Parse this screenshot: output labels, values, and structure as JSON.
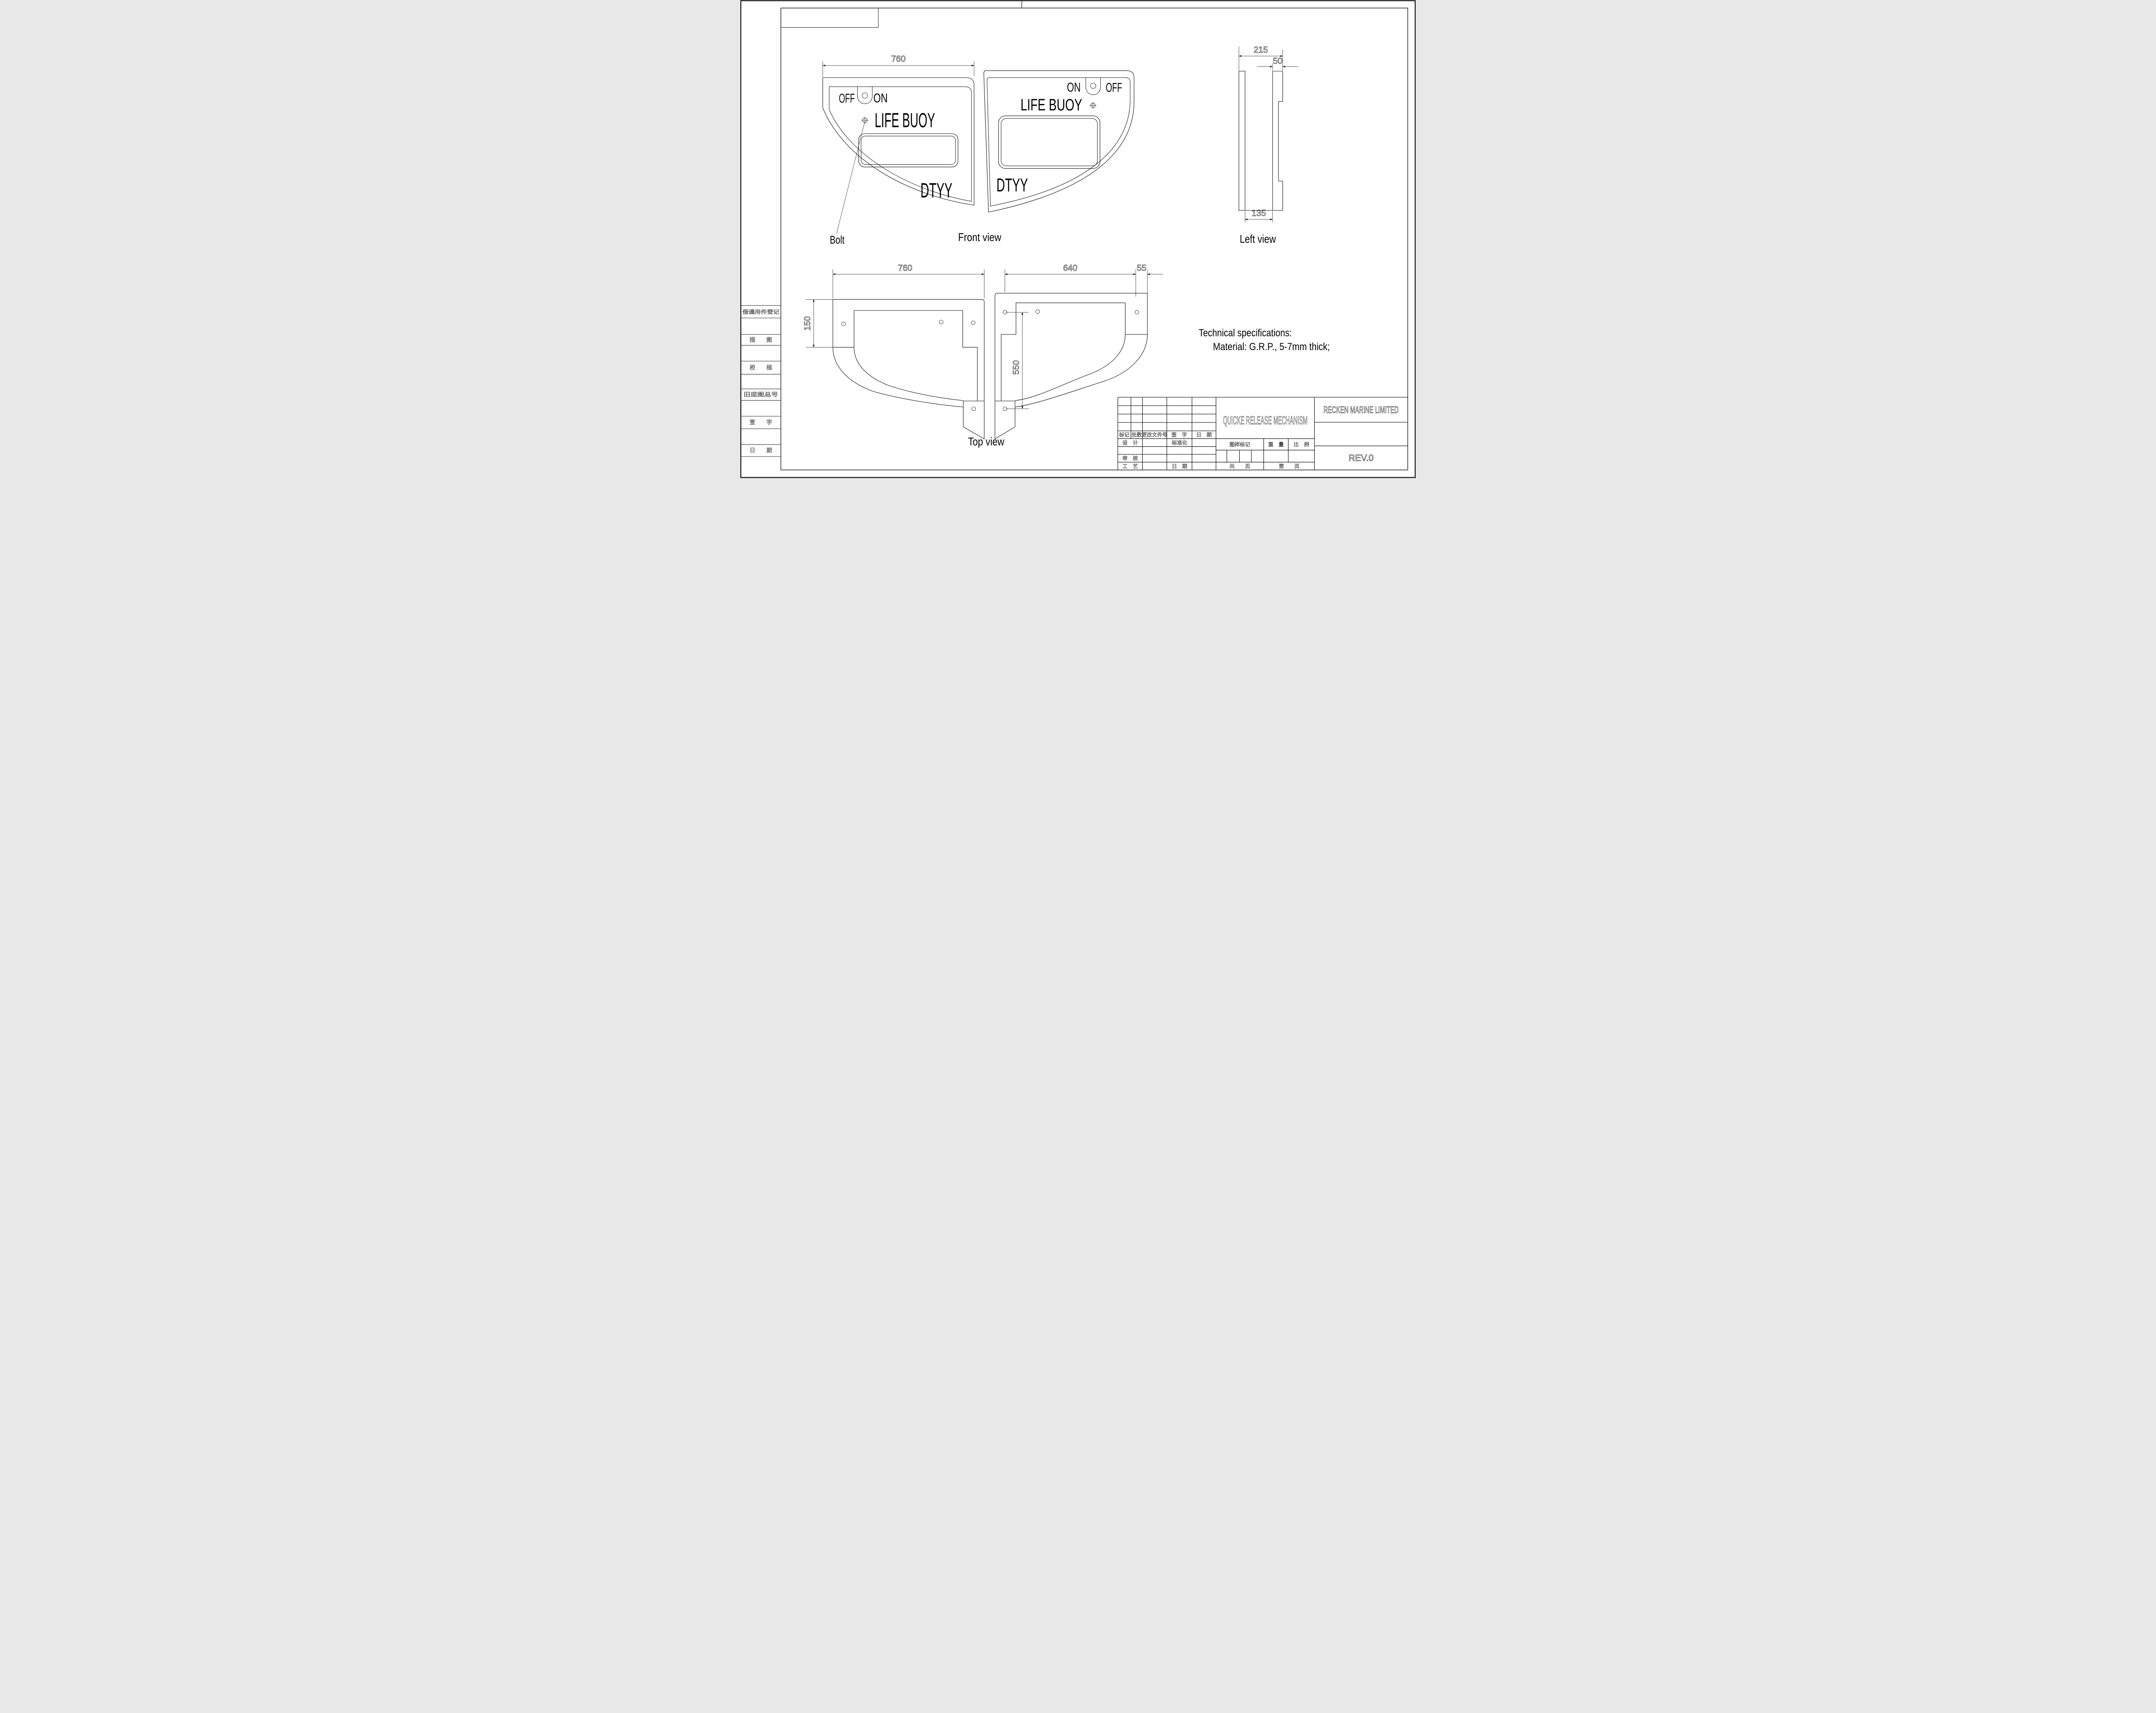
{
  "views": {
    "front": {
      "label": "Front view",
      "dim_width": "760",
      "bolt_label": "Bolt",
      "left_panel": {
        "off": "OFF",
        "on": "ON",
        "title": "LIFE BUOY",
        "brand": "DTYY"
      },
      "right_panel": {
        "on": "ON",
        "off": "OFF",
        "title": "LIFE BUOY",
        "brand": "DTYY"
      }
    },
    "left": {
      "label": "Left view",
      "dim_overall": "215",
      "dim_flange": "50",
      "dim_gap": "135"
    },
    "top": {
      "label": "Top view",
      "dim_width": "760",
      "dim_right_width": "640",
      "dim_tab": "55",
      "dim_depth": "150",
      "dim_span": "550"
    }
  },
  "tech_specs": {
    "line1": "Technical specifications:",
    "line2": "Material: G.R.P., 5-7mm thick;"
  },
  "title_block": {
    "drawing_title": "QUICKE RELEASE MECHANISM",
    "company": "RECKEN MARINE LIMITED",
    "revision": "REV.0",
    "rev_header": {
      "mark": "标记",
      "count": "处数",
      "doc_no": "更改文件号",
      "sign": "签　字",
      "date": "日　期"
    },
    "roles": {
      "design": "设　计",
      "standardize": "标准化",
      "audit": "审　核",
      "process": "工　艺",
      "date": "日　期"
    },
    "stamp": {
      "mark_label": "图样标记",
      "weight": "重　量",
      "scale": "比　例"
    },
    "pages": {
      "total": "共　　页",
      "number": "第　　页"
    }
  },
  "sidebar": {
    "items": [
      "借通用件登记",
      "描　　图",
      "校　　描",
      "旧底图总号",
      "签　　字",
      "日　　期"
    ]
  }
}
